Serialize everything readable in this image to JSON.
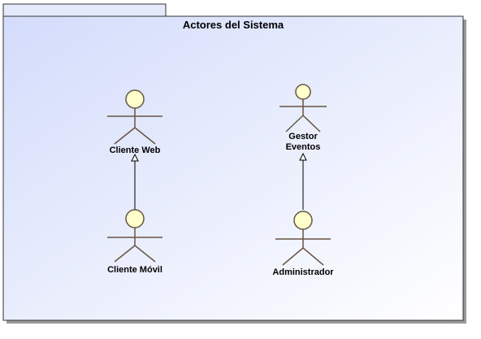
{
  "diagram": {
    "title": "Actores del Sistema",
    "actors": [
      {
        "id": "cliente-web",
        "label_lines": [
          "Cliente Web"
        ]
      },
      {
        "id": "gestor-eventos",
        "label_lines": [
          "Gestor",
          "Eventos"
        ]
      },
      {
        "id": "cliente-movil",
        "label_lines": [
          "Cliente Móvil"
        ]
      },
      {
        "id": "administrador",
        "label_lines": [
          "Administrador"
        ]
      }
    ],
    "generalizations": [
      {
        "from": "cliente-movil",
        "to": "cliente-web",
        "type": "generalization"
      },
      {
        "from": "administrador",
        "to": "gestor-eventos",
        "type": "generalization"
      }
    ]
  },
  "colors": {
    "frame_border": "#333333",
    "frame_fill_start": "#d3dcfb",
    "frame_fill_end": "#ffffff",
    "actor_head_fill": "#ffffcc",
    "actor_stroke": "#665544",
    "connector": "#000000",
    "tab_fill": "#e4e9fb"
  }
}
